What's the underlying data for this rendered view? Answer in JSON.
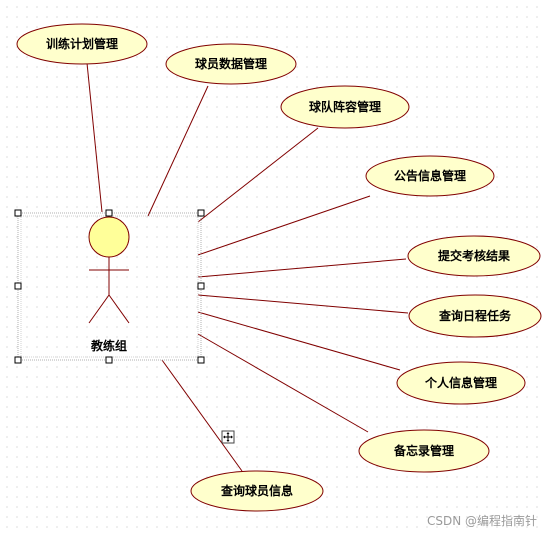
{
  "actor": {
    "name": "教练组"
  },
  "use_cases": [
    {
      "id": "training-plan",
      "label": "训练计划管理"
    },
    {
      "id": "player-data",
      "label": "球员数据管理"
    },
    {
      "id": "team-lineup",
      "label": "球队阵容管理"
    },
    {
      "id": "announcement",
      "label": "公告信息管理"
    },
    {
      "id": "submit-assessment",
      "label": "提交考核结果"
    },
    {
      "id": "query-schedule",
      "label": "查询日程任务"
    },
    {
      "id": "personal-info",
      "label": "个人信息管理"
    },
    {
      "id": "memo",
      "label": "备忘录管理"
    },
    {
      "id": "query-player",
      "label": "查询球员信息"
    }
  ],
  "watermark": "CSDN @编程指南针",
  "colors": {
    "ellipse_fill": "#ffffcc",
    "ellipse_stroke": "#800000",
    "line": "#800000",
    "actor_head_fill": "#ffff99"
  }
}
